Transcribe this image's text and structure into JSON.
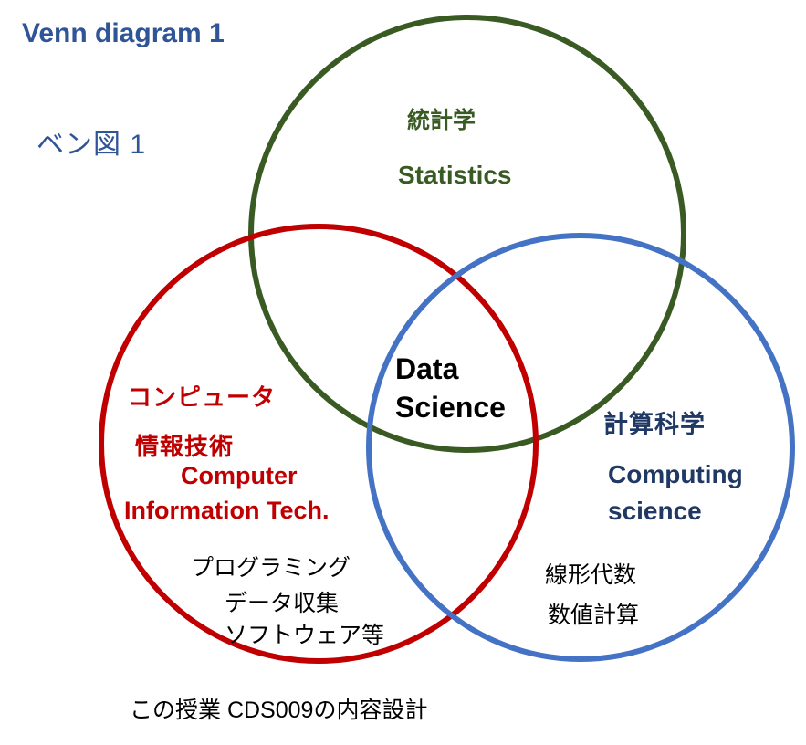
{
  "title": {
    "en": "Venn diagram 1",
    "ja": "ベン図 1"
  },
  "circles": {
    "statistics": {
      "color": "#3a5a23",
      "label_ja": "統計学",
      "label_en": "Statistics"
    },
    "computer_information_tech": {
      "color": "#c00000",
      "label_ja_line1": "コンピュータ",
      "label_ja_line2": "情報技術",
      "label_en_line1": "Computer",
      "label_en_line2": "Information  Tech.",
      "examples": [
        "プログラミング",
        "データ収集",
        "ソフトウェア等"
      ]
    },
    "computing_science": {
      "color": "#4472c4",
      "label_ja": "計算科学",
      "label_en_line1": "Computing",
      "label_en_line2": "science",
      "examples": [
        "線形代数",
        "数値計算"
      ]
    }
  },
  "intersection": {
    "line1": "Data",
    "line2": "Science"
  },
  "footer": "この授業 CDS009の内容設計"
}
